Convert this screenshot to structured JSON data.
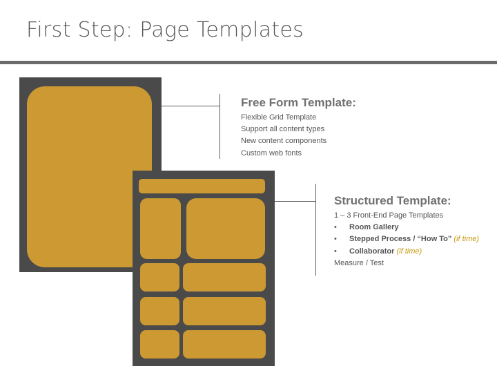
{
  "title": "First Step: Page Templates",
  "colors": {
    "panel": "#4a4a4a",
    "block": "#cc9933",
    "accent_text": "#c8980a",
    "rule": "#6b6b6b"
  },
  "free_form": {
    "heading": "Free Form Template:",
    "items": [
      "Flexible Grid Template",
      "Support all content types",
      "New content components",
      "Custom web fonts"
    ]
  },
  "structured": {
    "heading": "Structured Template:",
    "intro": "1 – 3 Front-End Page Templates",
    "bullet_char": "•",
    "bullets": [
      {
        "label": "Room Gallery",
        "note": ""
      },
      {
        "label": "Stepped Process / “How To”",
        "note": "(if time)"
      },
      {
        "label": "Collaborator",
        "note": "(if time)"
      }
    ],
    "footer": "Measure / Test"
  }
}
